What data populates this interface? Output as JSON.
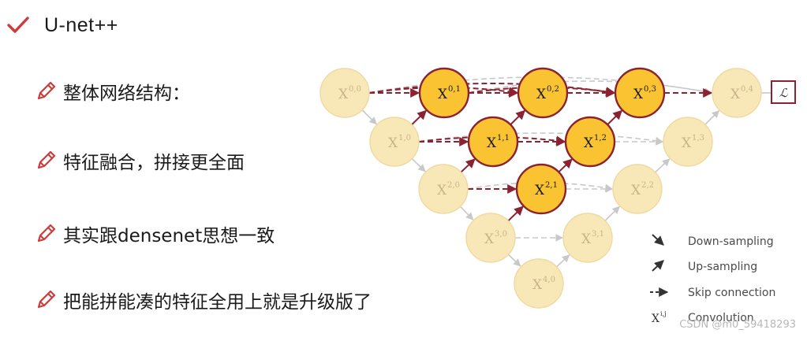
{
  "heading": {
    "text": "U-net++",
    "icon": "check-icon"
  },
  "bullets": [
    {
      "text": "整体网络结构：",
      "icon": "pencil-icon"
    },
    {
      "text": "特征融合，拼接更全面",
      "icon": "pencil-icon"
    },
    {
      "text": "其实跟densenet思想一致",
      "icon": "pencil-icon"
    },
    {
      "text": "把能拼能凑的特征全用上就是升级版了",
      "icon": "pencil-icon"
    }
  ],
  "diagram": {
    "nodes": [
      {
        "id": "x00",
        "base": "X",
        "sup": "0,0",
        "highlight": false
      },
      {
        "id": "x01",
        "base": "X",
        "sup": "0,1",
        "highlight": true
      },
      {
        "id": "x02",
        "base": "X",
        "sup": "0,2",
        "highlight": true
      },
      {
        "id": "x03",
        "base": "X",
        "sup": "0,3",
        "highlight": true
      },
      {
        "id": "x04",
        "base": "X",
        "sup": "0,4",
        "highlight": false
      },
      {
        "id": "x10",
        "base": "X",
        "sup": "1,0",
        "highlight": false
      },
      {
        "id": "x11",
        "base": "X",
        "sup": "1,1",
        "highlight": true
      },
      {
        "id": "x12",
        "base": "X",
        "sup": "1,2",
        "highlight": true
      },
      {
        "id": "x13",
        "base": "X",
        "sup": "1,3",
        "highlight": false
      },
      {
        "id": "x20",
        "base": "X",
        "sup": "2,0",
        "highlight": false
      },
      {
        "id": "x21",
        "base": "X",
        "sup": "2,1",
        "highlight": true
      },
      {
        "id": "x22",
        "base": "X",
        "sup": "2,2",
        "highlight": false
      },
      {
        "id": "x30",
        "base": "X",
        "sup": "3,0",
        "highlight": false
      },
      {
        "id": "x31",
        "base": "X",
        "sup": "3,1",
        "highlight": false
      },
      {
        "id": "x40",
        "base": "X",
        "sup": "4,0",
        "highlight": false
      }
    ],
    "loss_label": "ℒ",
    "legend": [
      {
        "type": "down",
        "label": "Down-sampling"
      },
      {
        "type": "up",
        "label": "Up-sampling"
      },
      {
        "type": "skip",
        "label": "Skip connection"
      },
      {
        "type": "conv",
        "symbol": "X",
        "symbol_sup": "i,j",
        "label": "Convolution"
      }
    ],
    "colors": {
      "node_fill": "#f8e8b8",
      "node_stroke": "#efd9a0",
      "node_text": "#c8b48a",
      "highlight_fill": "#f9c332",
      "highlight_stroke": "#8b2232",
      "highlight_text": "#1a1a1a",
      "path_color": "#8b2232",
      "gray_arrow": "#c8c8c8",
      "legend_text": "#4a4a4a",
      "bullet_icon": "#d03a3a"
    }
  },
  "watermark": "CSDN @m0_59418293"
}
